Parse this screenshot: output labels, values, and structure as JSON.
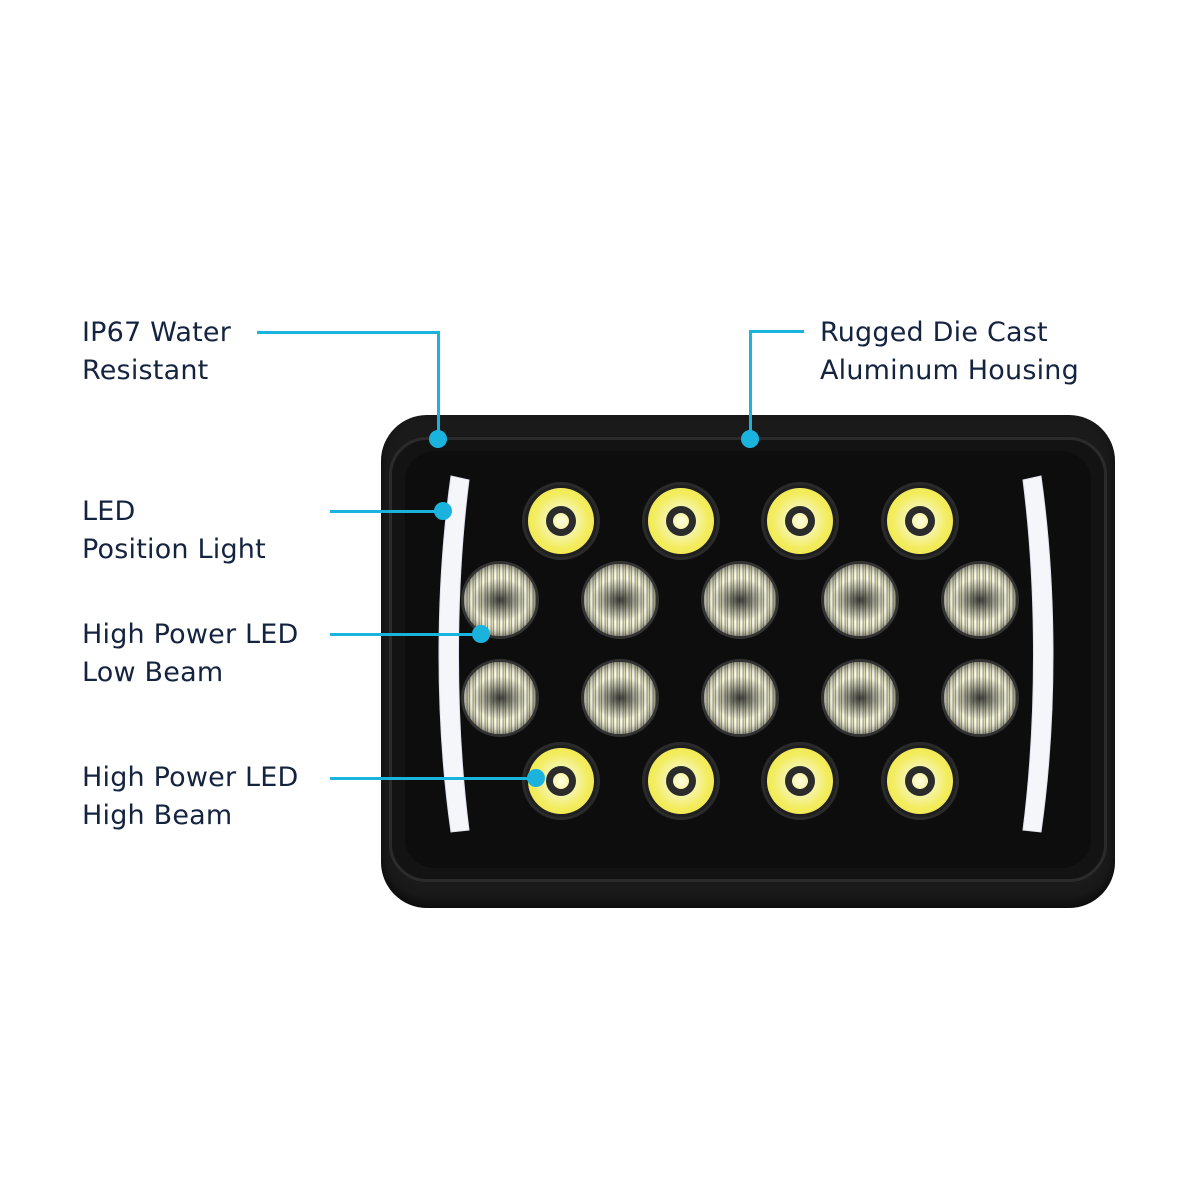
{
  "callouts": {
    "ip67": {
      "line1": "IP67 Water",
      "line2": "Resistant"
    },
    "housing": {
      "line1": "Rugged Die Cast",
      "line2": "Aluminum Housing"
    },
    "position_light": {
      "line1": "LED",
      "line2": "Position Light"
    },
    "low_beam": {
      "line1": "High Power LED",
      "line2": "Low Beam"
    },
    "high_beam": {
      "line1": "High Power LED",
      "line2": "High Beam"
    }
  },
  "product": {
    "name": "rectangular-led-headlight",
    "high_beam_leds": 8,
    "low_beam_leds": 10,
    "position_light_bars": 2
  },
  "colors": {
    "callout_line": "#1ab3de",
    "label_text": "#14233f",
    "housing": "#1b1a1a",
    "high_beam_glow": "#f3ec5c"
  }
}
